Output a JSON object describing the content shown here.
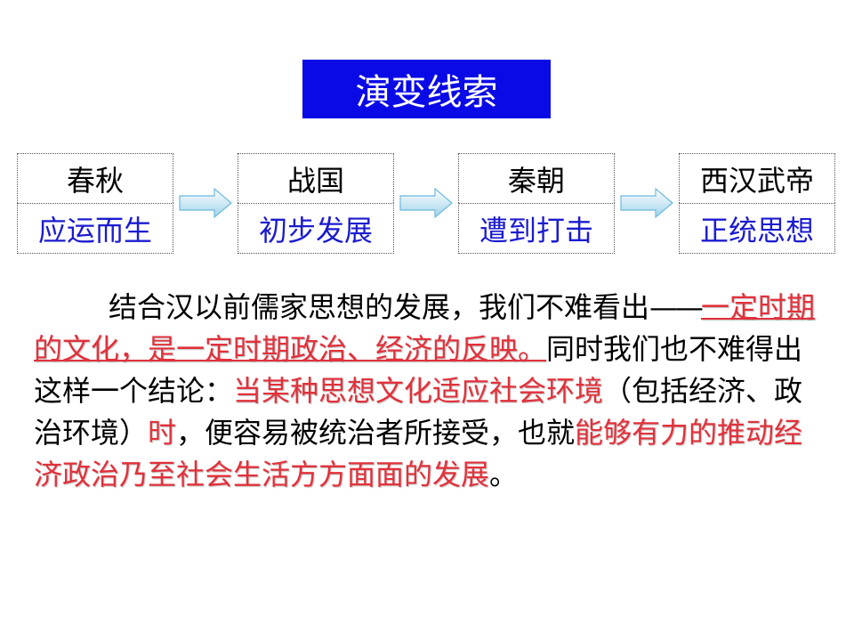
{
  "title": "演变线索",
  "stages": [
    {
      "era": "春秋",
      "desc": "应运而生"
    },
    {
      "era": "战国",
      "desc": "初步发展"
    },
    {
      "era": "秦朝",
      "desc": "遭到打击"
    },
    {
      "era": "西汉武帝",
      "desc": "正统思想"
    }
  ],
  "paragraph": {
    "intro": "结合汉以前儒家思想的发展，我们不难看出",
    "dash": "——",
    "highlight1": "一定时期的文化，是一定时期政治、经济的反映。",
    "mid1": "同时我们也不难得出这样一个结论：",
    "highlight2": "当某种思想文化适应社会环境",
    "mid2": "（包括经济、政治环境）",
    "highlight3": "时",
    "mid3": "，便容易被统治者所接受，也就",
    "highlight4": "能够有力的推动经济政治乃至社会生活方方面面的发展",
    "end": "。"
  },
  "colors": {
    "title_bg": "#0a0ae6",
    "desc_text": "#1b1bd0",
    "highlight": "#e2313b"
  }
}
